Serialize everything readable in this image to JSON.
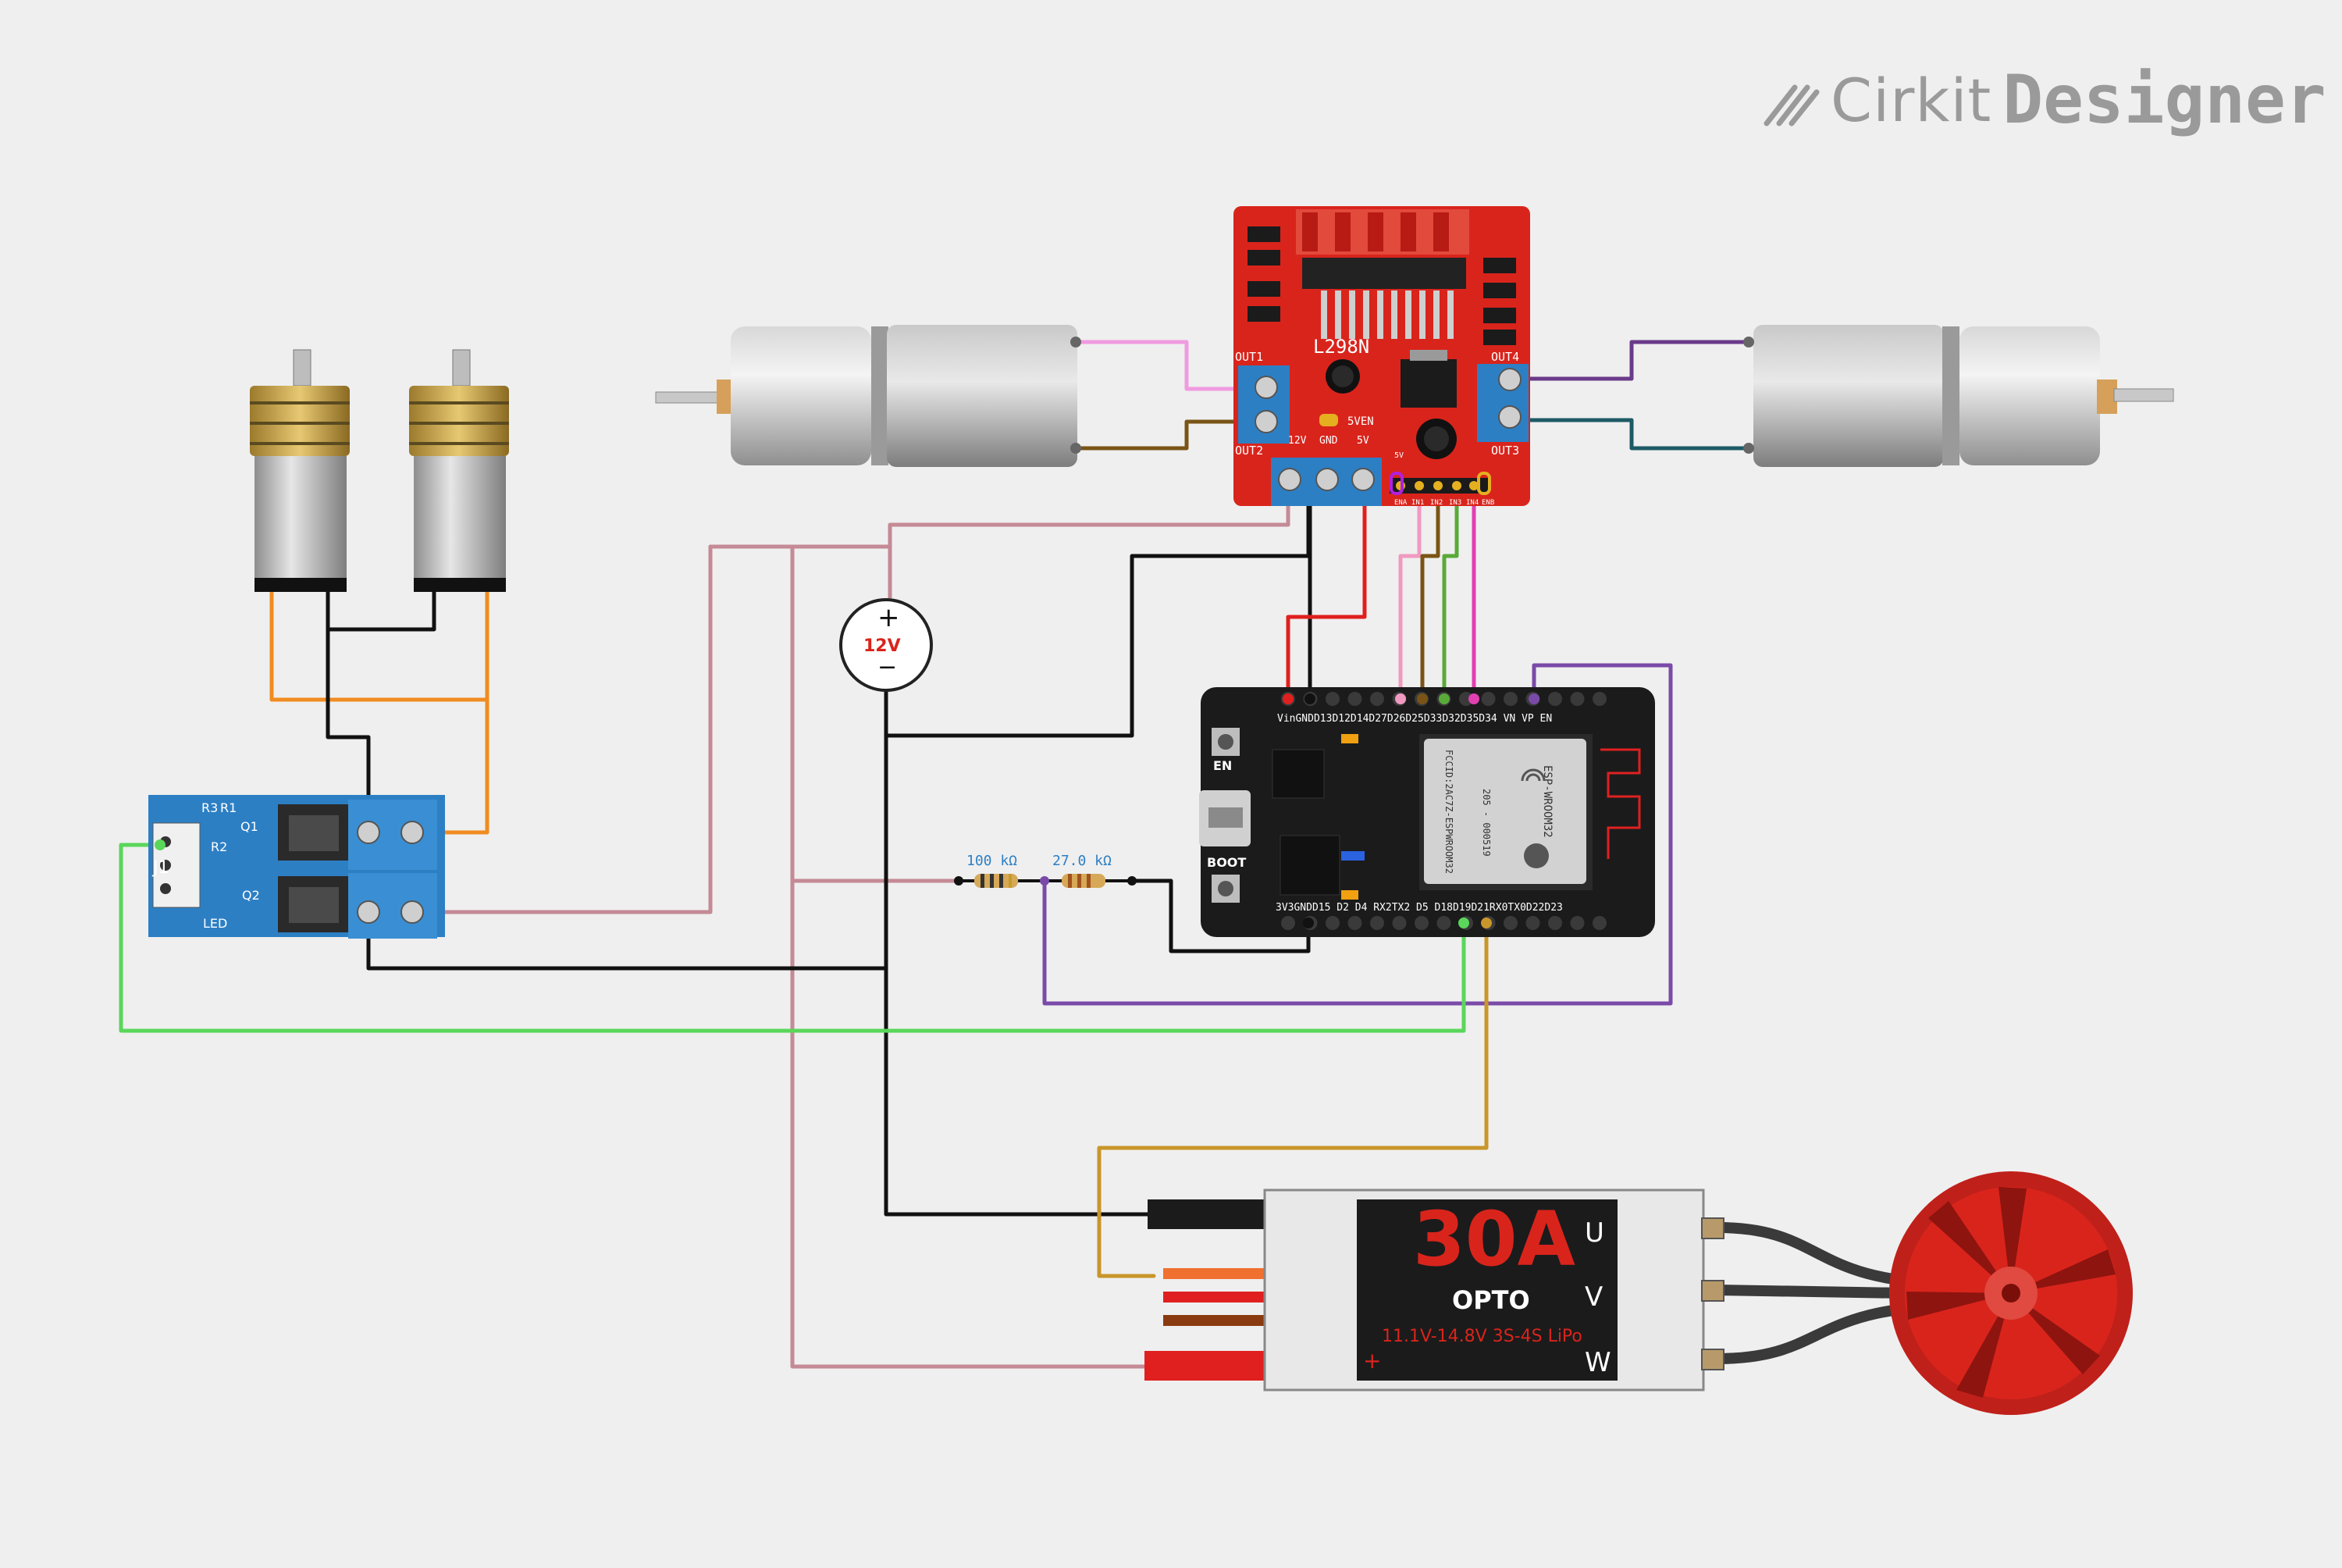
{
  "brand": {
    "name": "Cirkit",
    "suffix": "Designer"
  },
  "driver": {
    "chip_label": "L298N",
    "out1": "OUT1",
    "out2": "OUT2",
    "out3": "OUT3",
    "out4": "OUT4",
    "jumper_label": "5VEN",
    "power_pins": [
      "12V",
      "GND",
      "5V"
    ],
    "ctrl_5v": "5V",
    "ctrl_pins": [
      "ENA",
      "IN1",
      "IN2",
      "IN3",
      "IN4",
      "ENB"
    ]
  },
  "power": {
    "label": "12V",
    "plus": "+",
    "minus": "−"
  },
  "resistors": {
    "r1": "100 kΩ",
    "r2": "27.0 kΩ"
  },
  "esp32": {
    "top_pins": "VinGNDD13D12D14D27D26D25D33D32D35D34  VN  VP  EN",
    "bottom_pins": "3V3GNDD15  D2   D4  RX2TX2  D5  D18D19D21RX0TX0D22D23",
    "en_button": "EN",
    "boot_button": "BOOT",
    "module_name": "ESP-WROOM32",
    "fcc": "FCCID:2AC7Z-ESPWROOM32",
    "module_code": "205 - 000519"
  },
  "mosfet": {
    "r3": "R3",
    "r1": "R1",
    "q1": "Q1",
    "r2": "R2",
    "j1": "J1",
    "q2": "Q2",
    "led": "LED"
  },
  "esc": {
    "rating": "30A",
    "opto": "OPTO",
    "spec": "11.1V-14.8V 3S-4S LiPo",
    "u": "U",
    "v": "V",
    "w": "W",
    "plus": "+"
  },
  "colors": {
    "wire_pink": "#c48a96",
    "wire_black": "#111111",
    "wire_red": "#e0201e",
    "wire_orange": "#f08c20",
    "wire_green": "#5ad65a",
    "wire_purple": "#7a4aa8",
    "wire_gold": "#c8962a",
    "wire_brown": "#7a5416",
    "wire_magenta": "#e040b0",
    "board_red": "#d9241c",
    "board_blue": "#2d7fc4",
    "board_black": "#1b1b1b"
  },
  "icons": [
    "logo-mark-icon",
    "dc-motor-icon",
    "gear-motor-icon",
    "bldc-motor-icon",
    "wifi-icon",
    "antenna-icon"
  ]
}
